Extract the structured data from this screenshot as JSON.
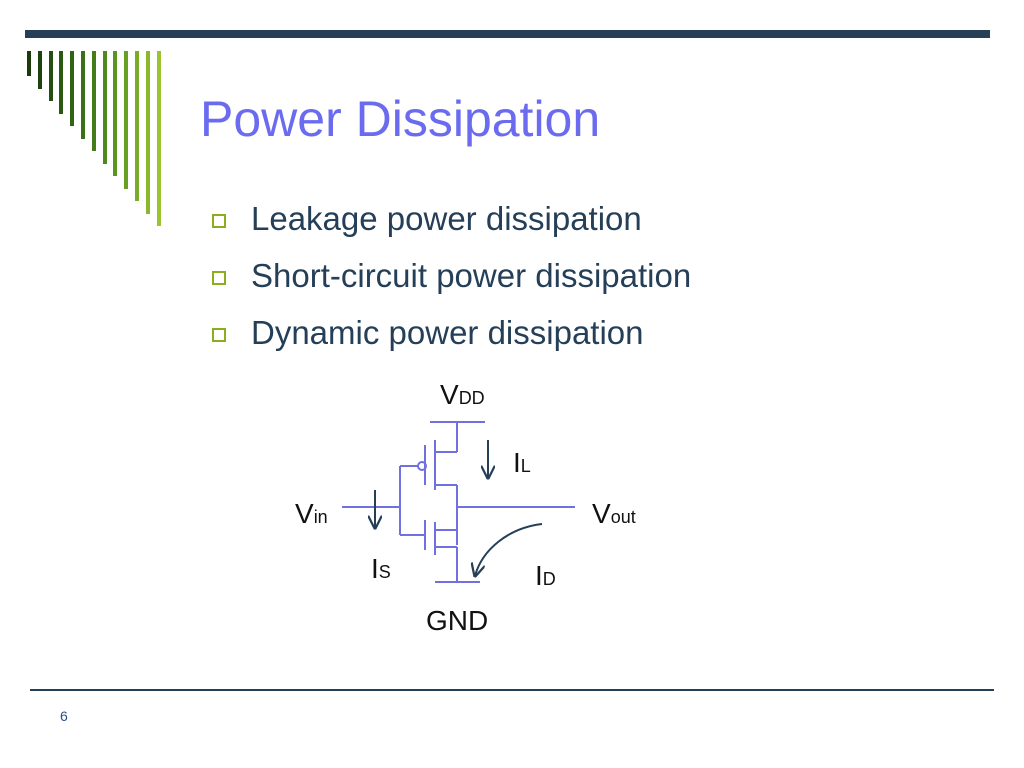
{
  "slide": {
    "title": "Power Dissipation",
    "bullets": [
      {
        "text": "Leakage power dissipation"
      },
      {
        "text": "Short-circuit power dissipation"
      },
      {
        "text": "Dynamic power dissipation"
      }
    ],
    "number": "6"
  },
  "circuit": {
    "labels": {
      "vdd": {
        "main": "V",
        "sub": "DD"
      },
      "gnd": {
        "main": "GND"
      },
      "vin": {
        "main": "V",
        "sub": "in"
      },
      "vout": {
        "main": "V",
        "sub": "out"
      },
      "il": {
        "main": "I",
        "sub": "L"
      },
      "is": {
        "main": "I",
        "sub": "S"
      },
      "id": {
        "main": "I",
        "sub": "D"
      }
    }
  },
  "colors": {
    "title": "#6b6bf0",
    "text": "#243f57",
    "rule": "#243f57",
    "bullet_marker": "#8aae1f",
    "wire": "#7070e0",
    "arrow": "#243f57",
    "decor": [
      "#1e3a0c",
      "#1f430e",
      "#254e10",
      "#2b5912",
      "#326415",
      "#3a7018",
      "#437c1b",
      "#4e881e",
      "#5a9421",
      "#68a024",
      "#78ac27",
      "#8ab82a",
      "#9cc42e"
    ]
  }
}
